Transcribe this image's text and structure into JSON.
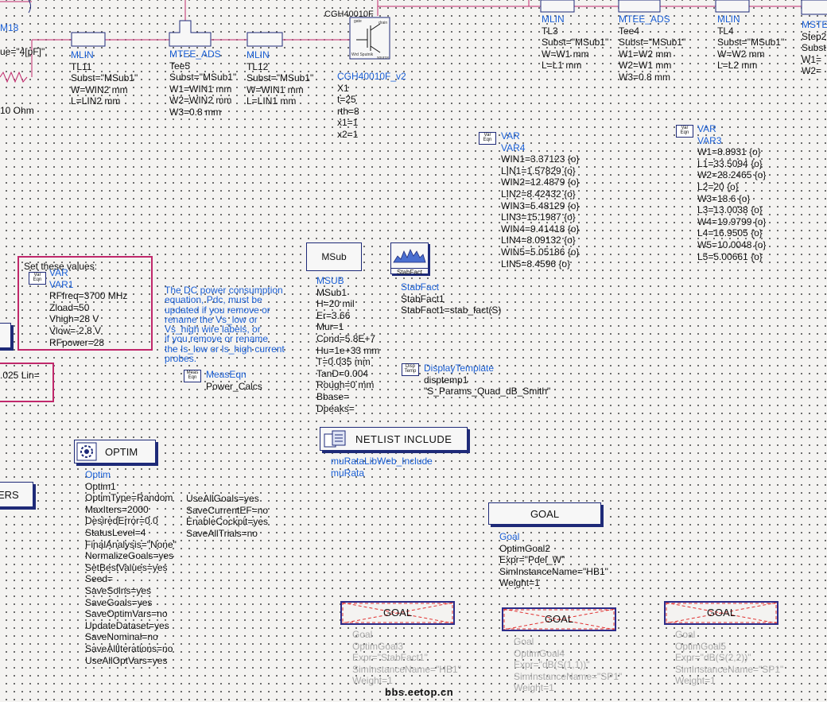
{
  "top_left": {
    "frag_id": "M18",
    "frag_value": "ue=\"4[pF]\".",
    "frag_res": "10 Ohm"
  },
  "tl11": {
    "type": "MLIN",
    "name": "TL11",
    "params": [
      "Subst=\"MSub1\"",
      "W=WIN2 mm",
      "L=LIN2 mm"
    ]
  },
  "tee5": {
    "type": "MTEE_ADS",
    "name": "Tee5",
    "params": [
      "Subst=\"MSub1\"",
      "W1=WIN1 mm",
      "W2=WIN2 mm",
      "W3=0.8 mm"
    ]
  },
  "tl12": {
    "type": "MLIN",
    "name": "TL12",
    "params": [
      "Subst=\"MSub1\"",
      "W=WIN1 mm",
      "L=LIN1 mm"
    ]
  },
  "transistor": {
    "part": "CGH40010F",
    "model": "CGH40010F_v2",
    "name": "X1",
    "params": [
      "t=25",
      "rth=8",
      "x1=1",
      "x2=1"
    ],
    "pin_gate": "gate",
    "pin_drain": "drain",
    "pin_source": "source",
    "pin_bottom": "Wrd Sputnik"
  },
  "tl3": {
    "type": "MLIN",
    "name": "TL3",
    "params": [
      "Subst=\"MSub1\"",
      "W=W1 mm",
      "L=L1 mm"
    ]
  },
  "tee4": {
    "type": "MTEE_ADS",
    "name": "Tee4",
    "params": [
      "Subst=\"MSub1\"",
      "W1=W2 mm",
      "W2=W1 mm",
      "W3=0.8 mm"
    ]
  },
  "tl4": {
    "type": "MLIN",
    "name": "TL4",
    "params": [
      "Subst=\"MSub1\"",
      "W=W2 mm",
      "L=L2 mm"
    ]
  },
  "step2": {
    "type": "MSTE",
    "name": "Step2",
    "params": [
      "Subst",
      "W1=",
      "W2="
    ]
  },
  "var4": {
    "icon": "Var\nEqn",
    "type": "VAR",
    "name": "VAR4",
    "params": [
      "WIN1=3.37123 {o}",
      "LIN1=1.57829 {o}",
      "WIN2=12.4879 {o}",
      "LIN2=8.42432 {o}",
      "WIN3=5.48129 {o}",
      "LIN3=15.1987 {o}",
      "WIN4=9.41418 {o}",
      "LIN4=8.09132 {o}",
      "WIN5=5.05186 {o}",
      "LIN5=8.4596 {o}"
    ]
  },
  "var3": {
    "icon": "Var\nEqn",
    "type": "VAR",
    "name": "VAR3",
    "params": [
      "W1=8.8931 {o}",
      "L1=33.5094 {o}",
      "W2=28.2465 {o}",
      "L2=20 {o}",
      "W3=18.6 {o}",
      "L3=13.0038 {o}",
      "W4=19.9799 {o}",
      "L4=16.9505 {o}",
      "W5=10.0048 {o}",
      "L5=5.00661 {o}"
    ]
  },
  "var1": {
    "note": "Set these values:",
    "icon": "Var\nEqn",
    "type": "VAR",
    "name": "VAR1",
    "params": [
      "RFfreq=3700 MHz",
      "Zload=50",
      "Vhigh=28 V",
      "Vlow=-2.8 V",
      "RFpower=28"
    ]
  },
  "dc_note": {
    "lines": [
      "The DC power consumption",
      "equation, Pdc, must be",
      "updated if you remove or",
      "rename the Vs_low or",
      "Vs_high wire labels, or",
      "if you remove or rename",
      "the Is_low or Is_high current",
      "probes."
    ]
  },
  "meas": {
    "icon": "Meas\nEqn",
    "type": "MeasEqn",
    "name": "Power_Calcs"
  },
  "left_frag": {
    "text": ".025 Lin="
  },
  "msub": {
    "box_label": "MSub",
    "type": "MSUB",
    "name": "MSub1",
    "params": [
      "H=20 mil",
      "Er=3.66",
      "Mur=1",
      "Cond=5.8E+7",
      "Hu=1e+33 mm",
      "T=0.035 mm",
      "TanD=0.004",
      "Rough=0 mm",
      "Bbase=",
      "Dpeaks="
    ]
  },
  "stabfact": {
    "box_label": "StabFact",
    "type": "StabFact",
    "name": "StabFact1",
    "params": [
      "StabFact1=stab_fact(S)"
    ]
  },
  "disp": {
    "icon": "Disp\nTemp",
    "type": "DisplayTemplate",
    "name": "disptemp1",
    "params": [
      "\"S_Params_Quad_dB_Smith\""
    ]
  },
  "netlist": {
    "label": "NETLIST INCLUDE",
    "type": "muRataLibWeb_Include",
    "name": "muRata"
  },
  "optim": {
    "label": "OPTIM",
    "type": "Optim",
    "name": "Optim1",
    "params_left": [
      "OptimType=Random",
      "MaxIters=2000",
      "DesiredError=0.0",
      "StatusLevel=4",
      "FinalAnalysis=\"None\"",
      "NormalizeGoals=yes",
      "SetBestValues=yes",
      "Seed=",
      "SaveSolns=yes",
      "SaveGoals=yes",
      "SaveOptimVars=no",
      "UpdateDataset=yes",
      "SaveNominal=no",
      "SaveAllIterations=no",
      "UseAllOptVars=yes"
    ],
    "params_right": [
      "UseAllGoals=yes",
      "SaveCurrentEF=no",
      "EnableCockpit=yes",
      "SaveAllTrials=no"
    ]
  },
  "left_ers": {
    "text": "ERS"
  },
  "goal2": {
    "label": "GOAL",
    "type": "Goal",
    "name": "OptimGoal2",
    "params": [
      "Expr=\"Pdel_W\"",
      "SimInstanceName=\"HB1\"",
      "Weight=1"
    ]
  },
  "goal3": {
    "label": "GOAL",
    "type": "Goal",
    "name": "OptimGoal3",
    "params": [
      "Expr=\"StabFact1\"",
      "SimInstanceName=\"HB1\"",
      "Weight=1"
    ]
  },
  "goal4": {
    "label": "GOAL",
    "type": "Goal",
    "name": "OptimGoal4",
    "params": [
      "Expr=\"dB(S(1,1))\"",
      "SimInstanceName=\"SP1\"",
      "Weight=1"
    ]
  },
  "goal5": {
    "label": "GOAL",
    "type": "Goal",
    "name": "OptimGoal5",
    "params": [
      "Expr=\"dB(S(2,2))\"",
      "SimInstanceName=\"SP1\"",
      "Weight=1"
    ]
  },
  "watermark": {
    "text": "bbs.eetop.cn"
  },
  "colors": {
    "wire": "#c0286b",
    "outline": "#1e2a78",
    "label_blue": "#1a5fd6",
    "disabled": "#a9a9a9"
  }
}
